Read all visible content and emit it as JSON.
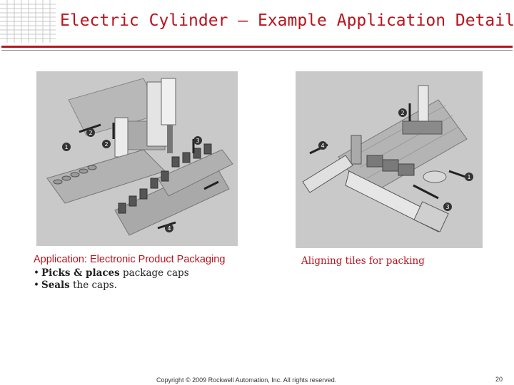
{
  "slide": {
    "title": "Electric Cylinder – Example Application Detail",
    "colors": {
      "accent": "#b8141d",
      "rule_gray": "#8a8a8a",
      "photo_bg": "#c9c9c9"
    }
  },
  "left": {
    "heading": "Application: Electronic Product Packaging",
    "bullets": [
      {
        "bold": "Picks & places",
        "rest": " package caps"
      },
      {
        "bold": "Seals",
        "rest": " the caps."
      }
    ],
    "diagram_labels": [
      "1",
      "2",
      "2",
      "3",
      "4"
    ]
  },
  "right": {
    "caption": "Aligning tiles for packing",
    "diagram_labels": [
      "1",
      "2",
      "3",
      "4"
    ]
  },
  "footer": {
    "copyright": "Copyright © 2009 Rockwell Automation, Inc. All rights reserved.",
    "page_number": "20"
  }
}
